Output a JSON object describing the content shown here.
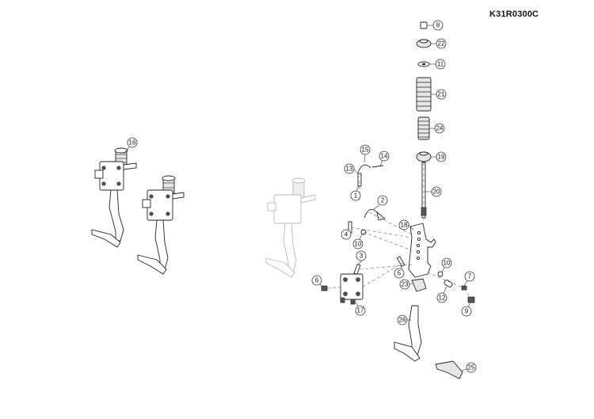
{
  "header": {
    "drawing_code": "K31R0300",
    "revision": "C"
  },
  "callouts": [
    "8",
    "22",
    "11",
    "21",
    "24",
    "19",
    "20",
    "16",
    "15",
    "14",
    "13",
    "1",
    "2",
    "18",
    "4",
    "10",
    "3",
    "5",
    "10",
    "7",
    "6",
    "23",
    "12",
    "9",
    "17",
    "26",
    "25"
  ]
}
